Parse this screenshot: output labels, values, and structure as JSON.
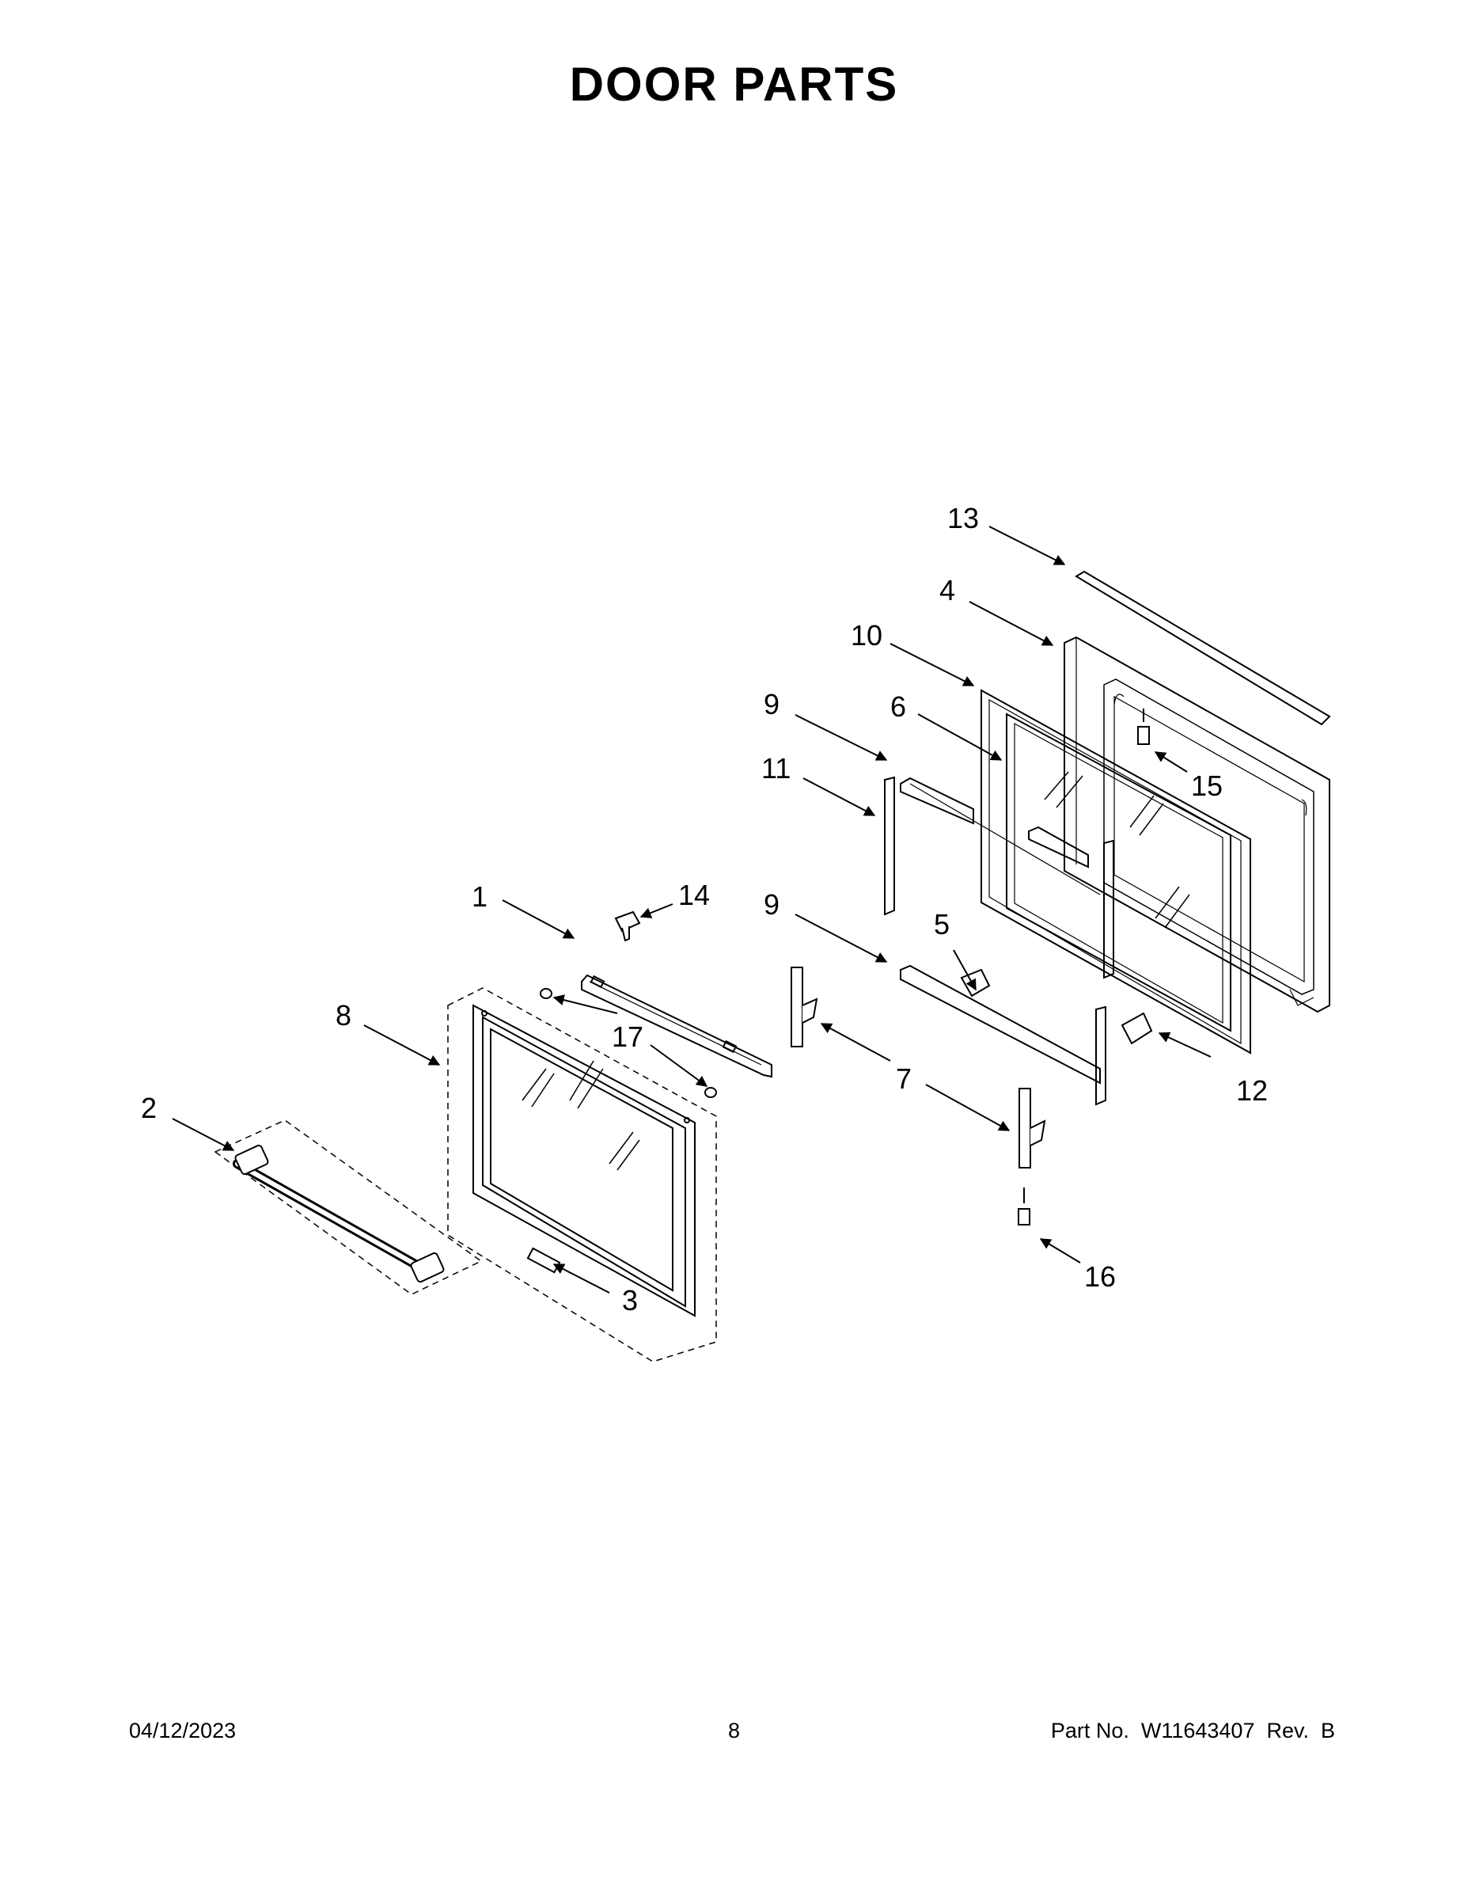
{
  "title": "DOOR PARTS",
  "callouts": [
    "1",
    "2",
    "3",
    "4",
    "5",
    "6",
    "7",
    "8",
    "9",
    "10",
    "11",
    "12",
    "13",
    "14",
    "15",
    "16",
    "17"
  ],
  "footer": {
    "date": "04/12/2023",
    "page": "8",
    "part_number": "Part No.  W11643407  Rev.  B"
  }
}
